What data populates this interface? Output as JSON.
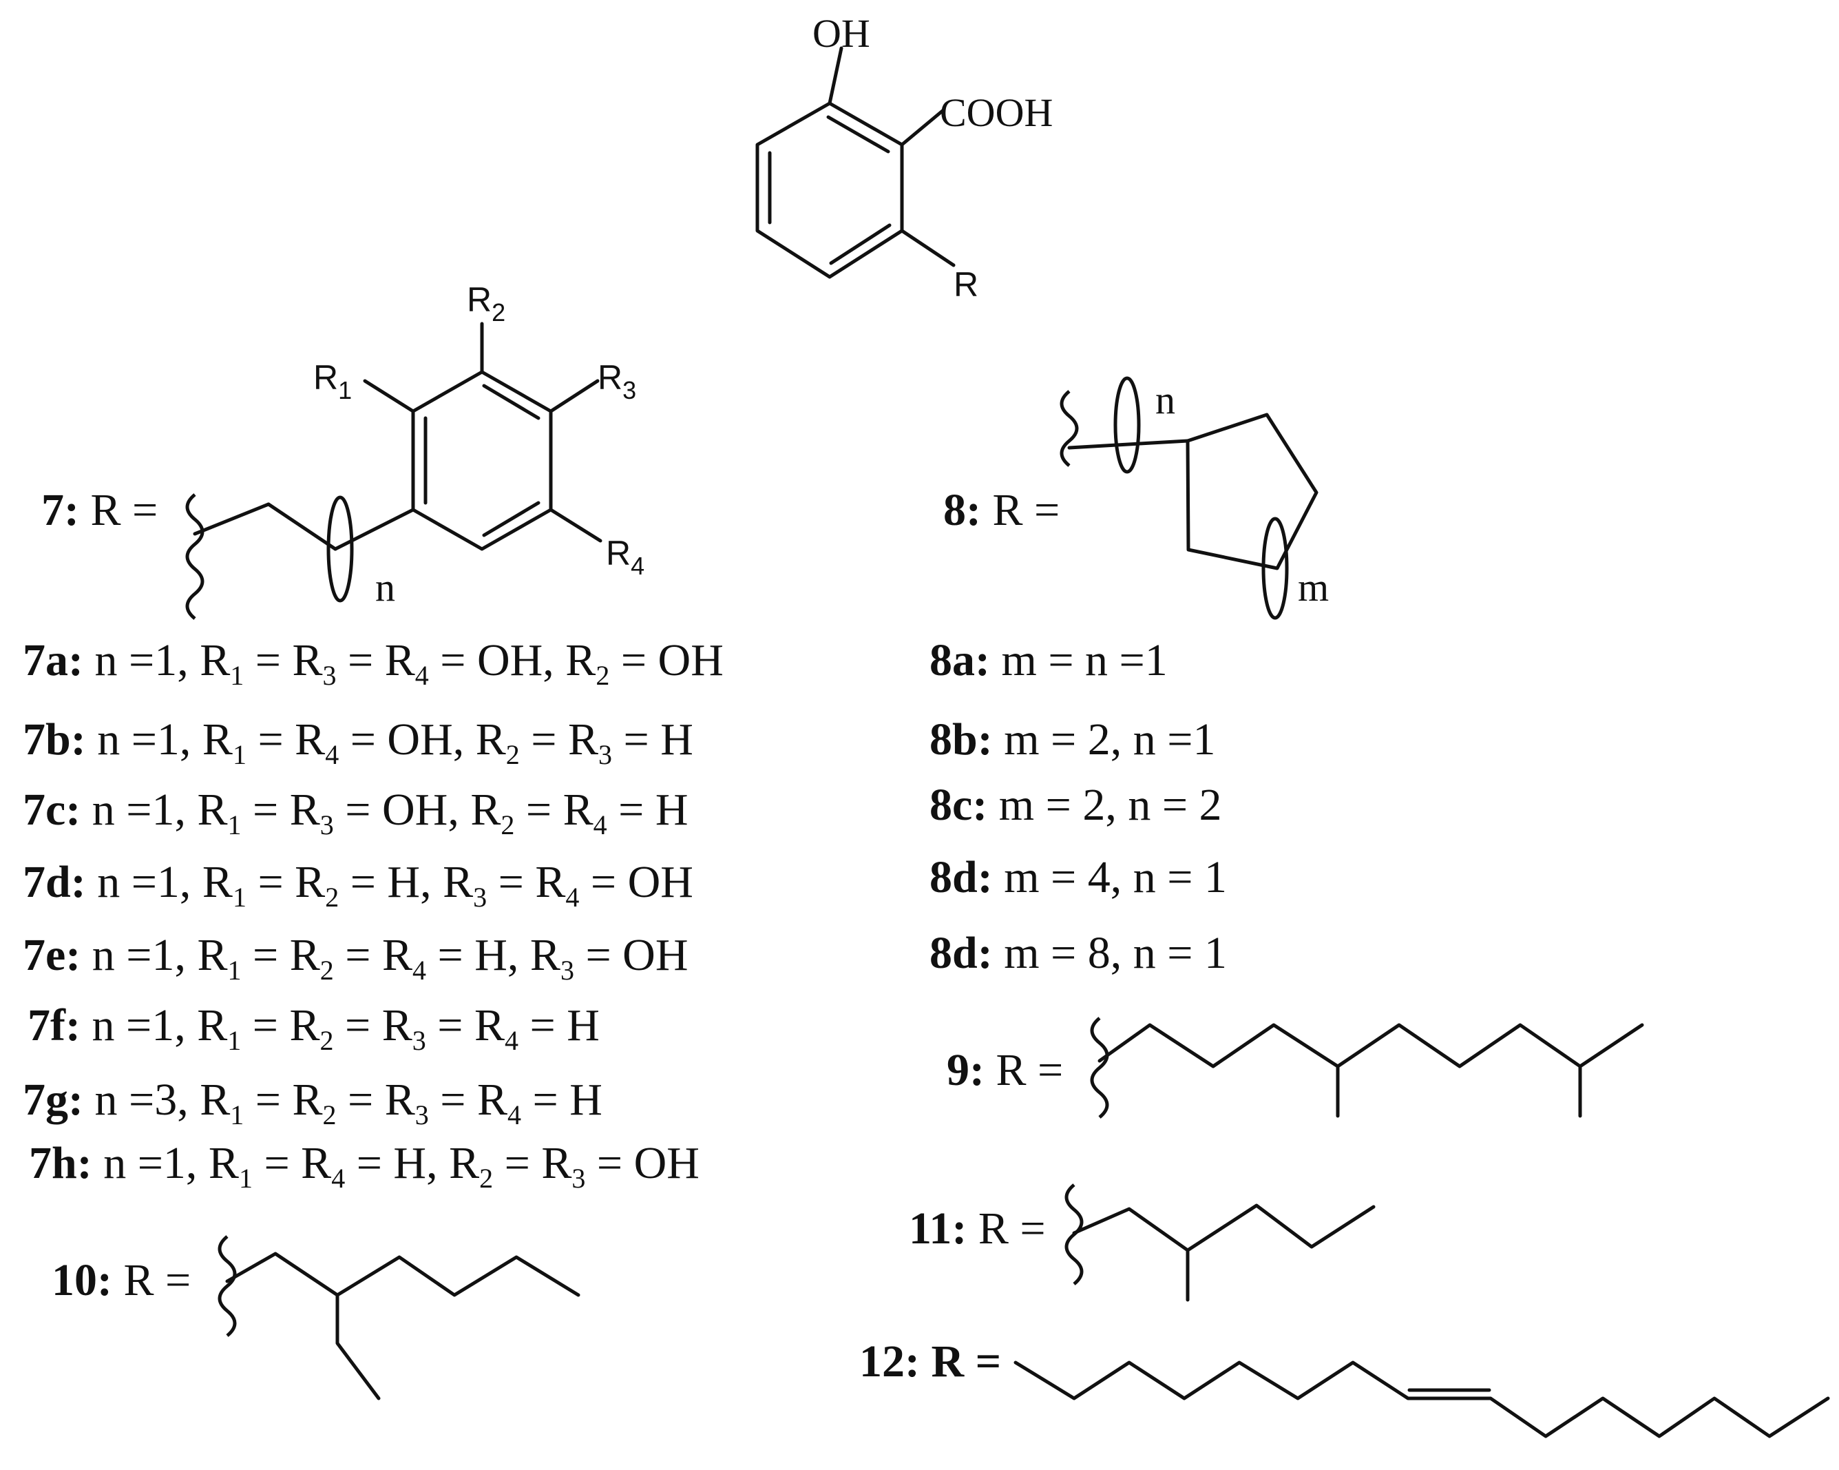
{
  "core": {
    "oh": "OH",
    "cooh": "COOH",
    "r": "R"
  },
  "s7": {
    "label_num": "7:",
    "label_eq": " R =",
    "r1": "R",
    "r1_sub": "1",
    "r2": "R",
    "r2_sub": "2",
    "r3": "R",
    "r3_sub": "3",
    "r4": "R",
    "r4_sub": "4",
    "n": "n"
  },
  "s8": {
    "label_num": "8:",
    "label_eq": " R =",
    "n": "n",
    "m": "m"
  },
  "list7": [
    {
      "id": "7a:",
      "segs": [
        " n =1, R",
        "1",
        " = R",
        "3",
        " = R",
        "4",
        " = OH, R",
        "2",
        " = OH"
      ]
    },
    {
      "id": "7b:",
      "segs": [
        " n =1, R",
        "1",
        " = R",
        "4",
        " = OH, R",
        "2",
        " = R",
        "3",
        " = H"
      ]
    },
    {
      "id": "7c:",
      "segs": [
        " n =1, R",
        "1",
        " = R",
        "3",
        " = OH, R",
        "2",
        " = R",
        "4",
        " = H"
      ]
    },
    {
      "id": "7d:",
      "segs": [
        " n =1, R",
        "1",
        " = R",
        "2",
        " = H, R",
        "3",
        " = R",
        "4",
        " = OH"
      ]
    },
    {
      "id": "7e:",
      "segs": [
        " n =1, R",
        "1",
        " = R",
        "2",
        " = R",
        "4",
        " = H, R",
        "3",
        "  = OH"
      ]
    },
    {
      "id": "7f:",
      "segs": [
        " n =1, R",
        "1",
        " = R",
        "2",
        " = R",
        "3",
        " = R",
        "4",
        " = H"
      ]
    },
    {
      "id": "7g:",
      "segs": [
        " n =3, R",
        "1",
        " = R",
        "2",
        " = R",
        "3",
        " = R",
        "4",
        " = H"
      ]
    },
    {
      "id": "7h:",
      "segs": [
        " n =1, R",
        "1",
        " = R",
        "4",
        " = H, R",
        "2",
        " = R",
        "3",
        " = OH"
      ]
    }
  ],
  "list8": [
    {
      "id": "8a:",
      "text": " m = n =1"
    },
    {
      "id": "8b:",
      "text": " m = 2,  n =1"
    },
    {
      "id": "8c:",
      "text": " m = 2,  n = 2"
    },
    {
      "id": "8d:",
      "text": " m = 4,  n = 1"
    },
    {
      "id": "8d:",
      "text": " m = 8,  n = 1"
    }
  ],
  "s9": {
    "label_num": "9:",
    "label_eq": " R ="
  },
  "s10": {
    "label_num": "10:",
    "label_eq": " R ="
  },
  "s11": {
    "label_num": "11:",
    "label_eq": " R ="
  },
  "s12": {
    "label_num": "12:",
    "label_eq": " R ="
  }
}
